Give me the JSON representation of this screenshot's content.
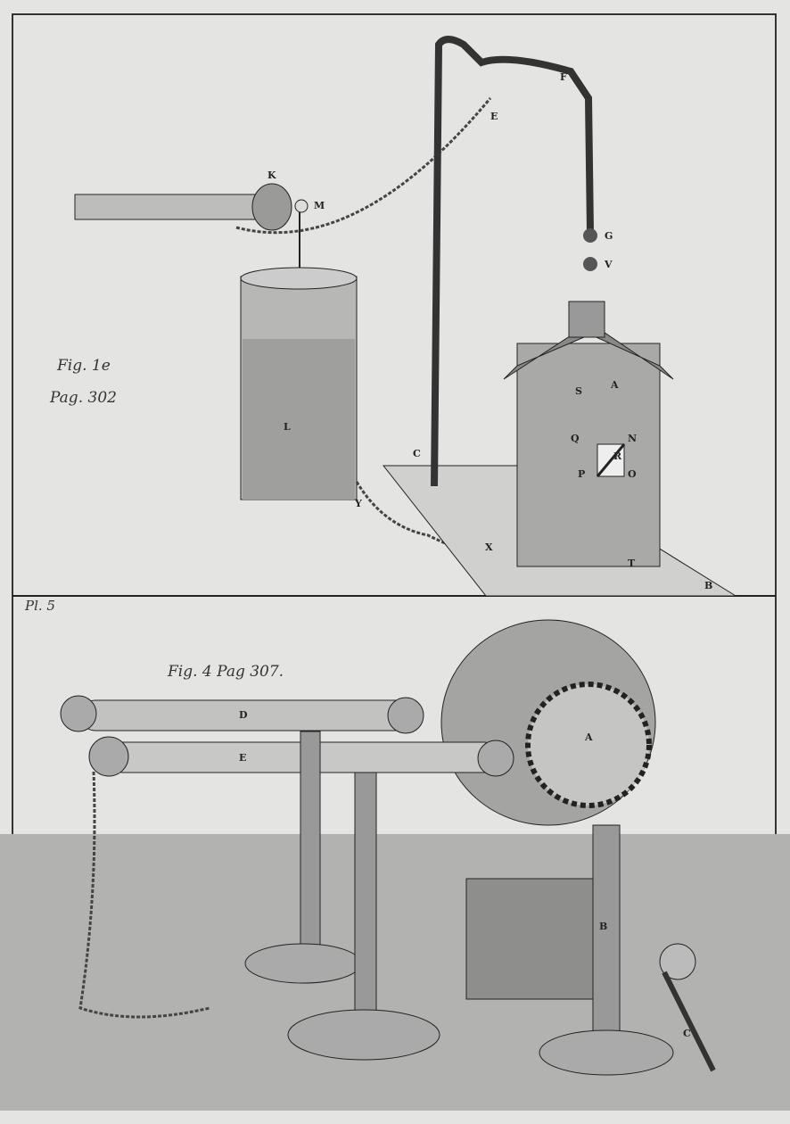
{
  "plate": {
    "plate_number": "Pl. 5",
    "figure1": {
      "caption_fig": "Fig. 1e",
      "caption_page": "Pag. 302",
      "labels": [
        "K",
        "M",
        "E",
        "F",
        "G",
        "V",
        "L",
        "C",
        "Y",
        "X",
        "B",
        "S",
        "A",
        "Q",
        "N",
        "R",
        "P",
        "O",
        "T"
      ]
    },
    "figure4": {
      "caption": "Fig. 4 Pag 307.",
      "labels": [
        "D",
        "E",
        "A",
        "B",
        "C"
      ]
    }
  }
}
